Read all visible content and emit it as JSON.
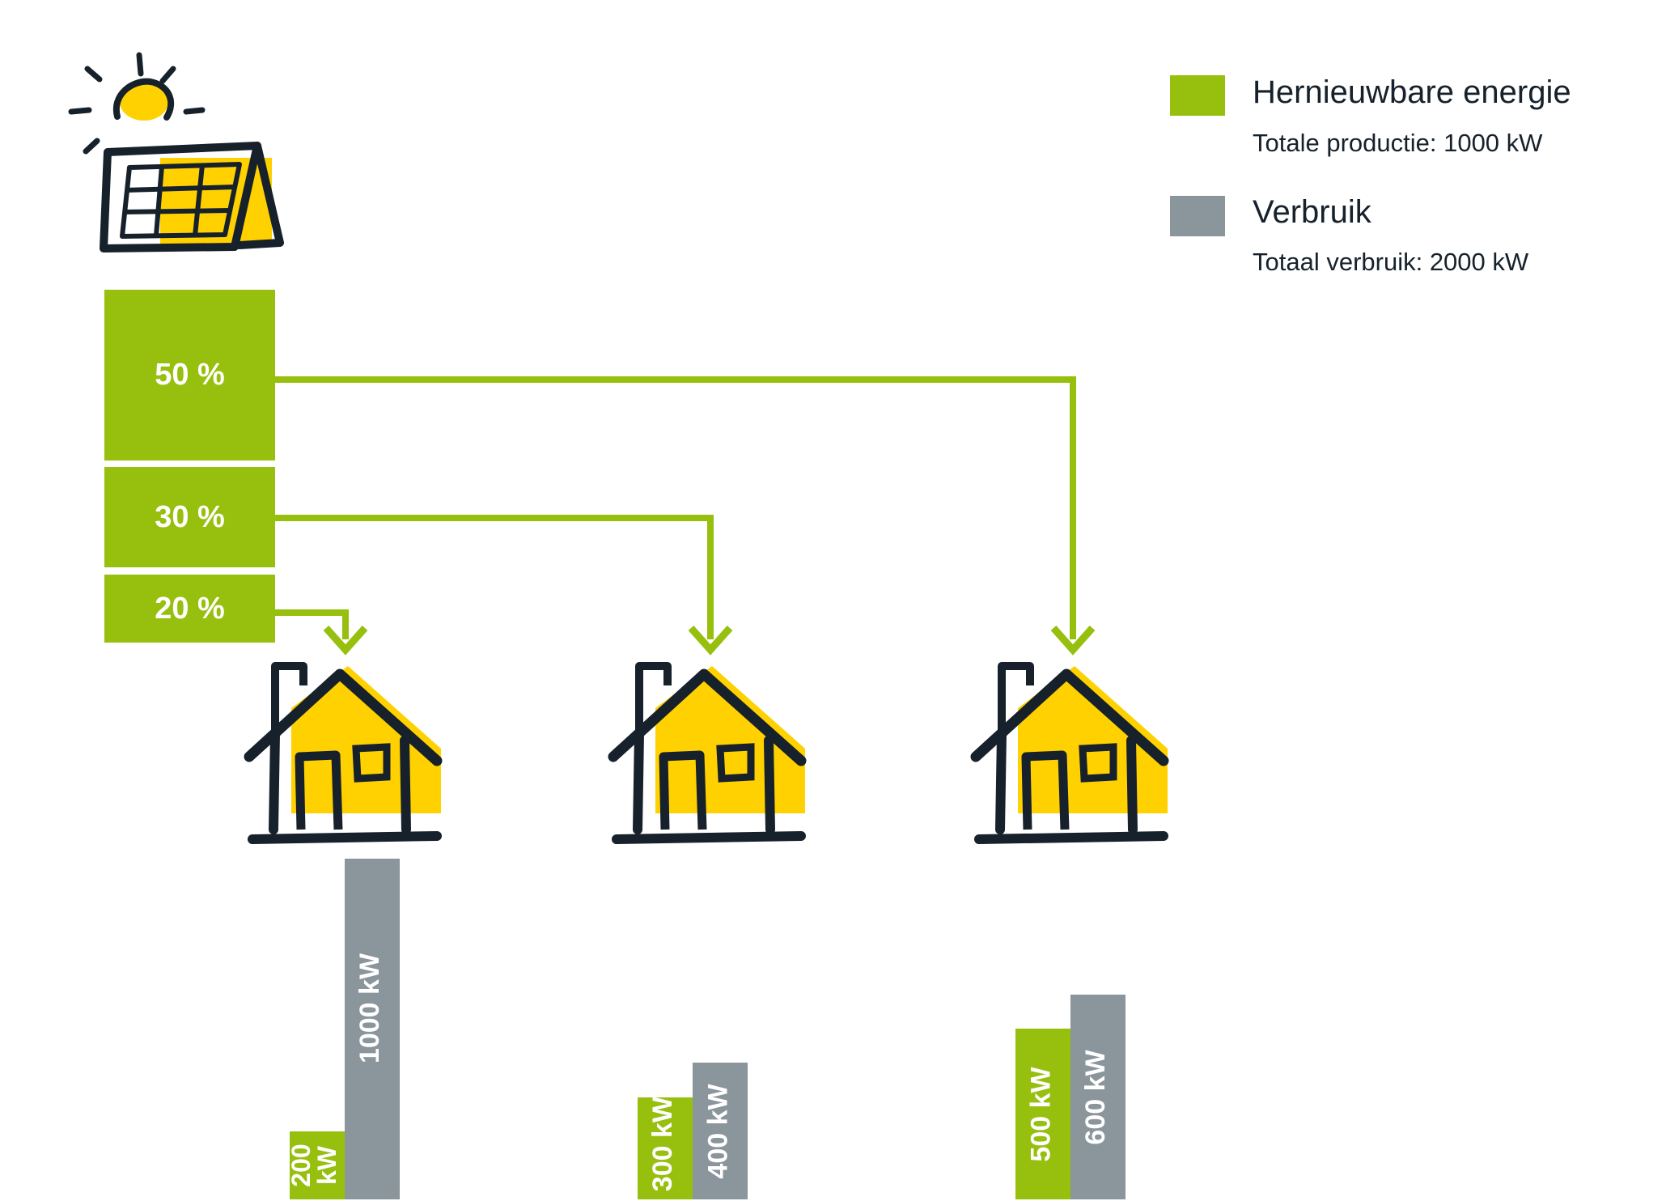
{
  "legend": {
    "renewable": {
      "title": "Hernieuwbare energie",
      "subtitle": "Totale productie: 1000 kW"
    },
    "consumption": {
      "title": "Verbruik",
      "subtitle": "Totaal verbruik: 2000 kW"
    }
  },
  "shares": [
    {
      "label": "50 %",
      "value": 50
    },
    {
      "label": "30 %",
      "value": 30
    },
    {
      "label": "20 %",
      "value": 20
    }
  ],
  "chart_data": {
    "type": "bar",
    "categories": [
      "",
      "",
      ""
    ],
    "series": [
      {
        "values": [
          200,
          300,
          500
        ],
        "labels": [
          "200 kW",
          "300 kW",
          "500 kW"
        ]
      },
      {
        "values": [
          1000,
          400,
          600
        ],
        "labels": [
          "1000 kW",
          "400 kW",
          "600 kW"
        ]
      }
    ],
    "unit": "kW"
  },
  "colors": {
    "renewable": "#97bf0d",
    "consumption": "#8a959c",
    "accent_yellow": "#ffd100",
    "outline": "#16212b"
  },
  "icons": {
    "panel": "solar-panel-icon",
    "sun": "sun-icon",
    "house": "house-icon"
  }
}
